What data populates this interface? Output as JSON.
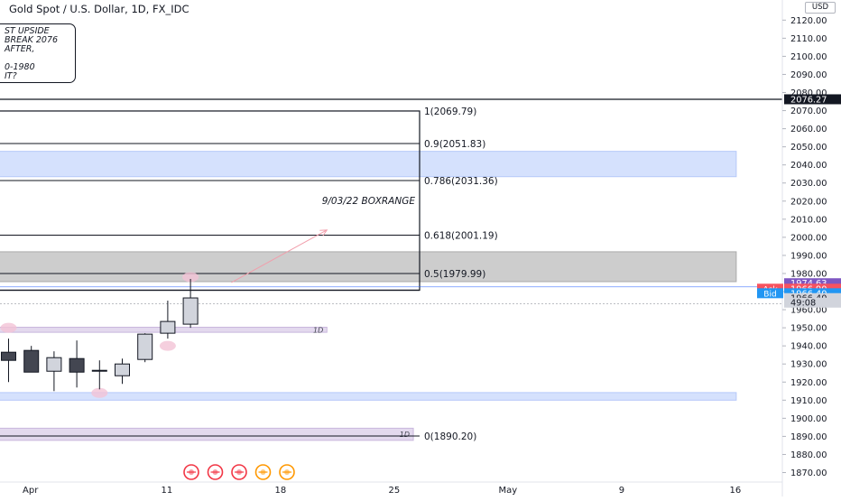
{
  "header": {
    "title": "Gold Spot / U.S. Dollar, 1D, FX_IDC"
  },
  "toolbar": {
    "currency_label": "USD"
  },
  "note": {
    "lines": [
      "ST UPSIDE",
      "BREAK 2076",
      "AFTER,",
      "",
      "0-1980",
      "IT?"
    ]
  },
  "chart_data": {
    "type": "candlestick",
    "title": "Gold Spot / U.S. Dollar, 1D, FX_IDC",
    "ylim": [
      1865,
      2123
    ],
    "y_ticks": [
      1870,
      1880,
      1890,
      1900,
      1910,
      1920,
      1930,
      1940,
      1950,
      1960,
      1970,
      1980,
      1990,
      2000,
      2010,
      2020,
      2030,
      2040,
      2050,
      2060,
      2070,
      2080,
      2090,
      2100,
      2110,
      2120
    ],
    "x_ticks": [
      {
        "label": "Apr",
        "x": 1
      },
      {
        "label": "11",
        "x": 7
      },
      {
        "label": "18",
        "x": 12
      },
      {
        "label": "25",
        "x": 17
      },
      {
        "label": "May",
        "x": 22
      },
      {
        "label": "9",
        "x": 27
      },
      {
        "label": "16",
        "x": 32
      }
    ],
    "candles": [
      {
        "x": 0,
        "o": 1936.5,
        "h": 1944,
        "l": 1920,
        "c": 1932.0
      },
      {
        "x": 1,
        "o": 1937.5,
        "h": 1940,
        "l": 1926,
        "c": 1925.5
      },
      {
        "x": 2,
        "o": 1926.0,
        "h": 1937,
        "l": 1915,
        "c": 1933.5
      },
      {
        "x": 3,
        "o": 1933.0,
        "h": 1943,
        "l": 1917,
        "c": 1925.5
      },
      {
        "x": 4,
        "o": 1926.0,
        "h": 1932,
        "l": 1916,
        "c": 1926.5
      },
      {
        "x": 5,
        "o": 1923.5,
        "h": 1933,
        "l": 1919,
        "c": 1930.0
      },
      {
        "x": 6,
        "o": 1932.5,
        "h": 1947,
        "l": 1931,
        "c": 1946.5
      },
      {
        "x": 7,
        "o": 1947.0,
        "h": 1965,
        "l": 1944,
        "c": 1953.5
      },
      {
        "x": 8,
        "o": 1952.0,
        "h": 1977,
        "l": 1950,
        "c": 1966.5
      }
    ],
    "fib_levels": [
      {
        "ratio": "1",
        "price": 2069.79,
        "label": "1(2069.79)"
      },
      {
        "ratio": "0.9",
        "price": 2051.83,
        "label": "0.9(2051.83)"
      },
      {
        "ratio": "0.786",
        "price": 2031.36,
        "label": "0.786(2031.36)"
      },
      {
        "ratio": "0.618",
        "price": 2001.19,
        "label": "0.618(2001.19)"
      },
      {
        "ratio": "0.5",
        "price": 1979.99,
        "label": "0.5(1979.99)"
      },
      {
        "ratio": "0",
        "price": 1890.2,
        "label": "0(1890.20)"
      }
    ],
    "zones": [
      {
        "name": "blue-zone-upper",
        "y1": 2047.5,
        "y2": 2033.5,
        "x_end": 32,
        "fill": "#d5e1fd",
        "stroke": "#b6c8f9"
      },
      {
        "name": "grey-zone",
        "y1": 1992.0,
        "y2": 1975.5,
        "x_end": 32,
        "fill": "#cdcdcd",
        "stroke": "#aaaaaa"
      },
      {
        "name": "purple-zone-1d",
        "y1": 1950.3,
        "y2": 1947.5,
        "x_end": 14,
        "fill": "#e3d9ee",
        "stroke": "#c9b7dd",
        "label": "1D"
      },
      {
        "name": "blue-zone-lower",
        "y1": 1914.2,
        "y2": 1910.0,
        "x_end": 32,
        "fill": "#d5e1fd",
        "stroke": "#b6c8f9"
      },
      {
        "name": "purple-zone-lower-1d",
        "y1": 1894.5,
        "y2": 1887.8,
        "x_end": 17.8,
        "fill": "#e3d9ee",
        "stroke": "#c9b7dd",
        "label": "1D"
      }
    ],
    "box_label": "9/03/22 BOXRANGE",
    "horizontal_line": {
      "price": 2076.27
    },
    "arrow": {
      "x1": 9.8,
      "y1": 1975,
      "x2": 14.0,
      "y2": 2004
    },
    "markers": [
      {
        "x": 0,
        "y": 1950
      },
      {
        "x": 7,
        "y": 1940
      },
      {
        "x": 4,
        "y": 1914
      },
      {
        "x": 8,
        "y": 1978
      }
    ],
    "price_tags": [
      {
        "label": "",
        "value": "2076.27",
        "y": 2076.27,
        "bg": "#131722",
        "fg": "#ffffff"
      },
      {
        "label": "",
        "value": "1974.63",
        "y": 1974.63,
        "bg": "#7e57c2",
        "fg": "#ffffff"
      },
      {
        "label": "Ask",
        "value": "1966.90",
        "y": 1971.6,
        "bg": "#f7525f",
        "fg": "#ffffff"
      },
      {
        "label": "Bid",
        "value": "1966.40",
        "y": 1969.1,
        "bg": "#2196f3",
        "fg": "#ffffff"
      },
      {
        "label": "",
        "value": "1966.40",
        "y": 1966.4,
        "bg": "#d1d4dc",
        "fg": "#131722"
      },
      {
        "label": "",
        "value": "49:08",
        "y": 1963.9,
        "bg": "#d1d4dc",
        "fg": "#131722"
      }
    ],
    "colors": {
      "candle_up": "#d1d4dc",
      "candle_down": "#434651",
      "wick": "#131722",
      "fib_line": "#131722",
      "arrow": "#f19eab",
      "marker": "#f3c3d6",
      "current_price_line": "#9598a1"
    }
  }
}
